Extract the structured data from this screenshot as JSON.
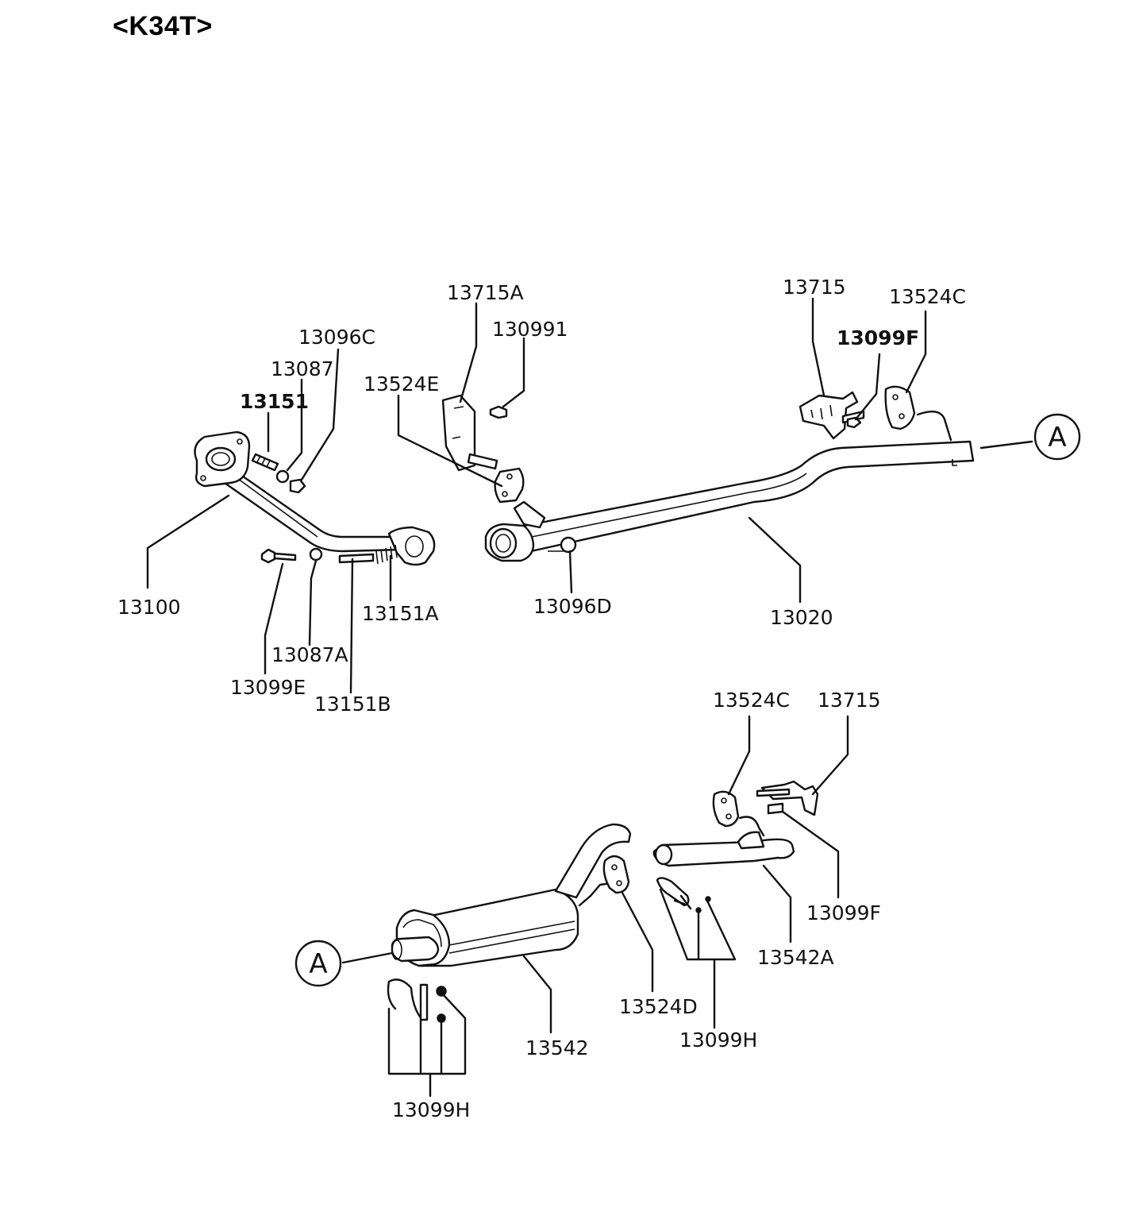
{
  "title": "<K34T>",
  "callouts": {
    "ref_a_upper": "A",
    "ref_a_lower": "A"
  },
  "labels": {
    "p13096C": "13096C",
    "p13087": "13087",
    "p13151": "13151",
    "p13100": "13100",
    "p13099E": "13099E",
    "p13087A": "13087A",
    "p13151B": "13151B",
    "p13151A": "13151A",
    "p13715A": "13715A",
    "p13099I": "130991",
    "p13524E": "13524E",
    "p13096D": "13096D",
    "p13020": "13020",
    "p13715_upper": "13715",
    "p13524C_upper": "13524C",
    "p13099F_upper": "13099F",
    "p13524C_lower": "13524C",
    "p13715_lower": "13715",
    "p13099F_lower": "13099F",
    "p13542A": "13542A",
    "p13524D": "13524D",
    "p13099H_right": "13099H",
    "p13542": "13542",
    "p13099H_left": "13099H"
  }
}
